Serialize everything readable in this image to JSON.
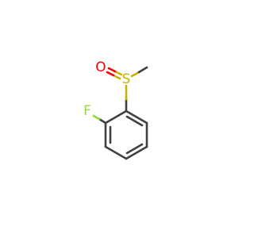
{
  "molecule": {
    "atoms": {
      "fluorine": {
        "symbol": "F",
        "color": "#90dd3c"
      },
      "sulfur": {
        "symbol": "S",
        "color": "#c8b400"
      },
      "oxygen": {
        "symbol": "O",
        "color": "#ff0000"
      }
    },
    "bond_color": "#404040",
    "background": "#ffffff"
  }
}
